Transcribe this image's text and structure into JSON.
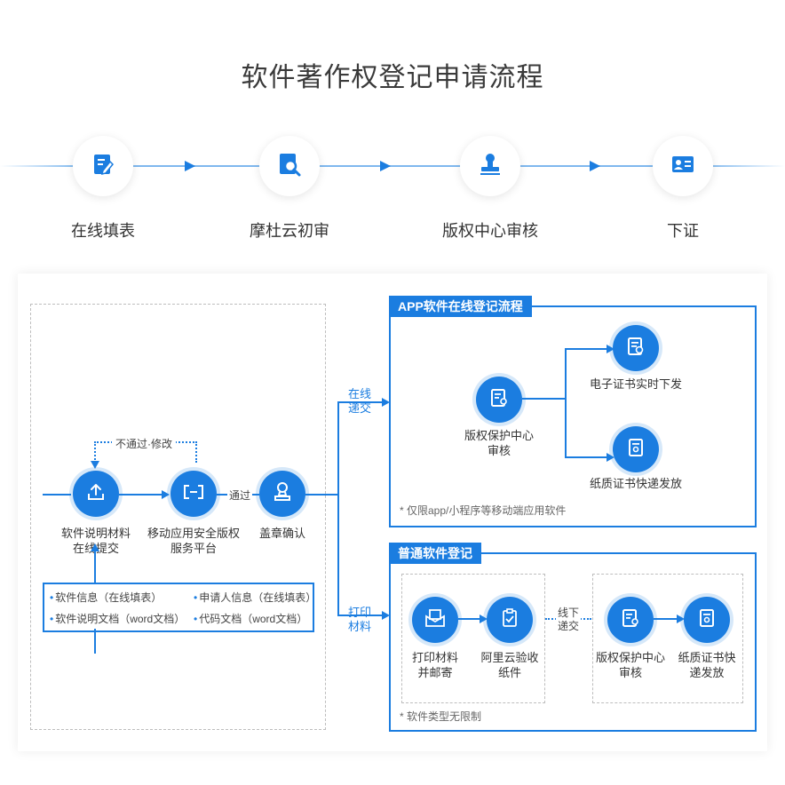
{
  "title": "软件著作权登记申请流程",
  "steps": [
    {
      "label": "在线填表",
      "icon": "edit-form-icon"
    },
    {
      "label": "摩杜云初审",
      "icon": "search-document-icon"
    },
    {
      "label": "版权中心审核",
      "icon": "stamp-icon"
    },
    {
      "label": "下证",
      "icon": "id-card-icon"
    }
  ],
  "left_flow": {
    "submit": {
      "line1": "软件说明材料",
      "line2": "在线提交"
    },
    "platform": {
      "line1": "移动应用安全版权",
      "line2": "服务平台"
    },
    "confirm": {
      "label": "盖章确认"
    },
    "fail_label": "不通过·修改",
    "pass_label": "通过",
    "materials": [
      "软件信息（在线填表）",
      "申请人信息（在线填表）",
      "软件说明文档（word文档）",
      "代码文档（word文档）"
    ]
  },
  "branch_labels": {
    "online": {
      "line1": "在线",
      "line2": "递交"
    },
    "print": {
      "line1": "打印",
      "line2": "材料"
    }
  },
  "app_section": {
    "tab": "APP软件在线登记流程",
    "review": {
      "line1": "版权保护中心",
      "line2": "审核"
    },
    "e_cert": "电子证书实时下发",
    "paper_cert": "纸质证书快递发放",
    "note": "* 仅限app/小程序等移动端应用软件"
  },
  "normal_section": {
    "tab": "普通软件登记",
    "mail": {
      "line1": "打印材料",
      "line2": "并邮寄"
    },
    "ali_check": {
      "line1": "阿里云验收",
      "line2": "纸件"
    },
    "offline": {
      "line1": "线下",
      "line2": "递交"
    },
    "review": {
      "line1": "版权保护中心",
      "line2": "审核"
    },
    "paper_cert": {
      "line1": "纸质证书快",
      "line2": "递发放"
    },
    "note": "* 软件类型无限制"
  },
  "colors": {
    "accent": "#1b7de0",
    "text": "#333333"
  }
}
